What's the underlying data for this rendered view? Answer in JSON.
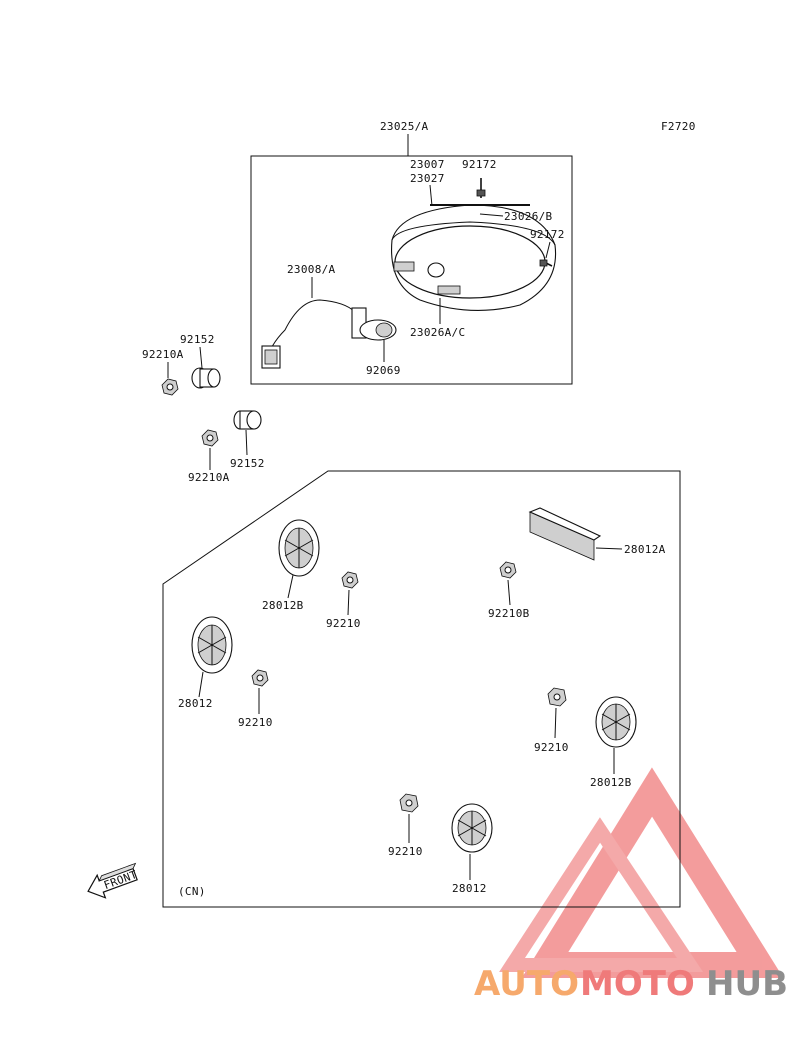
{
  "figure_code": "F2720",
  "region_note": "(CN)",
  "front_label": "FRONT",
  "labels": {
    "l23025A": "23025/A",
    "l23007": "23007",
    "l23027": "23027",
    "l92172a": "92172",
    "l23026B": "23026/B",
    "l92172b": "92172",
    "l23008A": "23008/A",
    "l23026AC": "23026A/C",
    "l92069": "92069",
    "l92152a": "92152",
    "l92210Aa": "92210A",
    "l92210Ab": "92210A",
    "l92152b": "92152",
    "l28012A": "28012A",
    "l28012Ba": "28012B",
    "l92210a": "92210",
    "l92210B": "92210B",
    "l28012a": "28012",
    "l92210b": "92210",
    "l92210c": "92210",
    "l28012Bb": "28012B",
    "l92210d": "92210",
    "l28012b": "28012"
  },
  "watermark": {
    "part1": "AUTO",
    "part2": "MOTO",
    "part3": "HUB",
    "colors": {
      "orange": "#f6a96c",
      "red": "#ef7a7a",
      "gray": "#8e8e8e",
      "triangle": "#f28b8b"
    }
  }
}
